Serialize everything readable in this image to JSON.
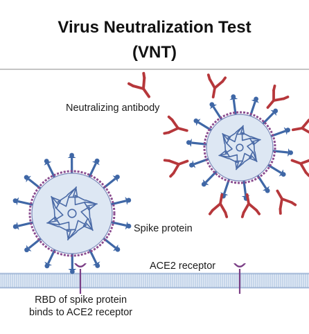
{
  "title": {
    "line1": "Virus Neutralization Test",
    "line2": "(VNT)"
  },
  "labels": {
    "antibody": "Neutralizing antibody",
    "spike": "Spike protein",
    "ace2": "ACE2 receptor",
    "rbd_line1": "RBD of spike protein",
    "rbd_line2": "binds to ACE2 receptor"
  },
  "colors": {
    "spike_blue": "#3f67a6",
    "virus_fill": "#dde7f3",
    "virus_edge": "#8a4c8f",
    "rna": "#4a6aa6",
    "antibody_red": "#b6373b",
    "membrane": "#aac0de",
    "receptor": "#7b3f86",
    "divider": "#888888"
  }
}
